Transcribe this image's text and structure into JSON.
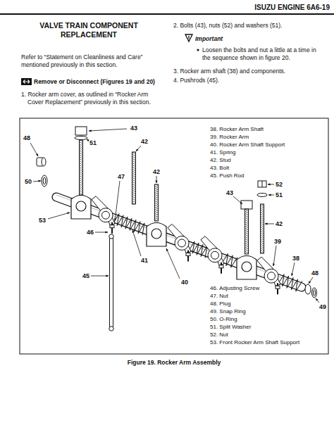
{
  "diagram": {
    "title": "VALVE TRAIN COMPONENT REPLACEMENT",
    "caption": "Figure 19. Rocker Arm Assembly",
    "labels": [
      "ISUZU ENGINE 6A6-19",
      "Refer to “Statement on Cleanliness and Care” mentioned previously in this section.",
      "Remove or Disconnect (Figures 19 and 20)",
      "1. Rocker arm cover, as outlined in “Rocker Arm Cover Replacement” previously in this section.",
      "2. Bolts (43), nuts (52) and washers (51).",
      "Important",
      "Loosen the bolts and nut a little at a time in the sequence shown in figure 20.",
      "3. Rocker arm shaft (38) and components.",
      "4. Pushrods (45).",
      "38. Rocker Arm Shaft",
      "39. Rocker Arm",
      "40. Rocker Arm Shaft Support",
      "41. Spring",
      "42. Stud",
      "43. Bolt",
      "45. Push Rod",
      "46. Adjusting Screw",
      "47. Nut",
      "48. Plug",
      "49. Snap Ring",
      "50. O-Ring",
      "51. Split Washer",
      "52. Nut",
      "53. Front Rocker Arm Shaft Support",
      "43",
      "48",
      "51",
      "47",
      "42",
      "42",
      "50",
      "53",
      "46",
      "45",
      "41",
      "40",
      "43",
      "52",
      "51",
      "42",
      "39",
      "38",
      "48",
      "49"
    ]
  }
}
